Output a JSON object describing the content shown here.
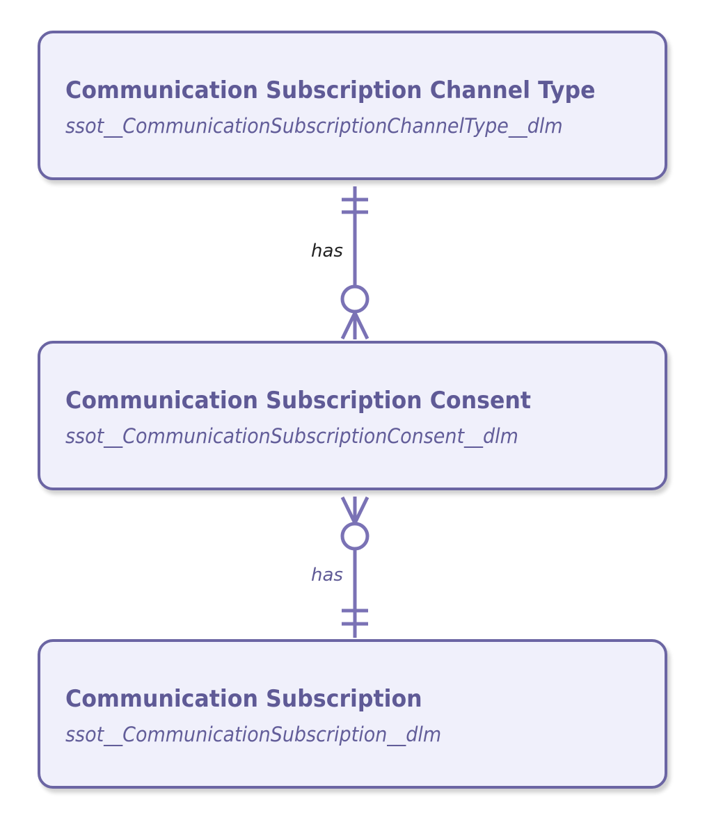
{
  "diagram": {
    "type": "entity-relationship",
    "colors": {
      "entity_fill": "#f0f0fb",
      "entity_border": "#6b65a3",
      "title_text": "#5f5a96",
      "connector": "#7a72b5"
    },
    "entities": [
      {
        "title": "Communication Subscription Channel Type",
        "api_name": "ssot__CommunicationSubscriptionChannelType__dlm"
      },
      {
        "title": "Communication Subscription Consent",
        "api_name": "ssot__CommunicationSubscriptionConsent__dlm"
      },
      {
        "title": "Communication Subscription",
        "api_name": "ssot__CommunicationSubscription__dlm"
      }
    ],
    "relationships": [
      {
        "label": "has",
        "from": "Communication Subscription Channel Type",
        "from_cardinality": "exactly-one",
        "to": "Communication Subscription Consent",
        "to_cardinality": "zero-or-many"
      },
      {
        "label": "has",
        "from": "Communication Subscription Consent",
        "from_cardinality": "zero-or-many",
        "to": "Communication Subscription",
        "to_cardinality": "exactly-one"
      }
    ]
  }
}
